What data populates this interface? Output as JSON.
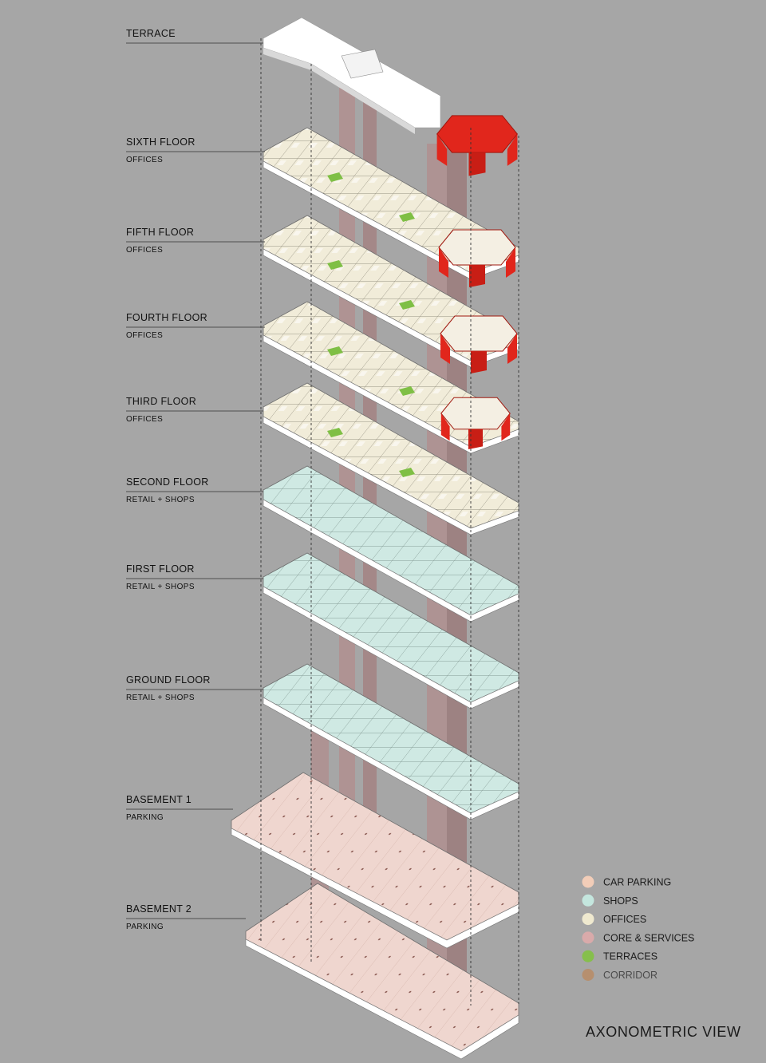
{
  "floors": [
    {
      "name": "TERRACE",
      "use": ""
    },
    {
      "name": "SIXTH FLOOR",
      "use": "OFFICES"
    },
    {
      "name": "FIFTH FLOOR",
      "use": "OFFICES"
    },
    {
      "name": "FOURTH FLOOR",
      "use": "OFFICES"
    },
    {
      "name": "THIRD FLOOR",
      "use": "OFFICES"
    },
    {
      "name": "SECOND FLOOR",
      "use": "RETAIL + SHOPS"
    },
    {
      "name": "FIRST FLOOR",
      "use": "RETAIL + SHOPS"
    },
    {
      "name": "GROUND FLOOR",
      "use": "RETAIL + SHOPS"
    },
    {
      "name": "BASEMENT 1",
      "use": "PARKING"
    },
    {
      "name": "BASEMENT 2",
      "use": "PARKING"
    }
  ],
  "legend": [
    {
      "label": "CAR PARKING",
      "color": "#f2cdb8"
    },
    {
      "label": "SHOPS",
      "color": "#c4e6de"
    },
    {
      "label": "OFFICES",
      "color": "#efe9cf"
    },
    {
      "label": "CORE & SERVICES",
      "color": "#d9aaaa"
    },
    {
      "label": "TERRACES",
      "color": "#86bf4c"
    },
    {
      "label": "CORRIDOR",
      "color": "#b68f6e"
    }
  ],
  "view_title": "AXONOMETRIC VIEW",
  "colors": {
    "background": "#a6a6a6",
    "slab_white": "#ffffff",
    "office_fill": "#f1ecd9",
    "shop_fill": "#cfe9e3",
    "parking_fill": "#efd6cf",
    "core_fill": "#b48a8a",
    "terrace_green": "#7fbf45",
    "pavilion_red": "#e1261c"
  },
  "icons": {
    "legend_swatch": "circle-swatch",
    "pavilion": "red-pavilion-icon"
  }
}
